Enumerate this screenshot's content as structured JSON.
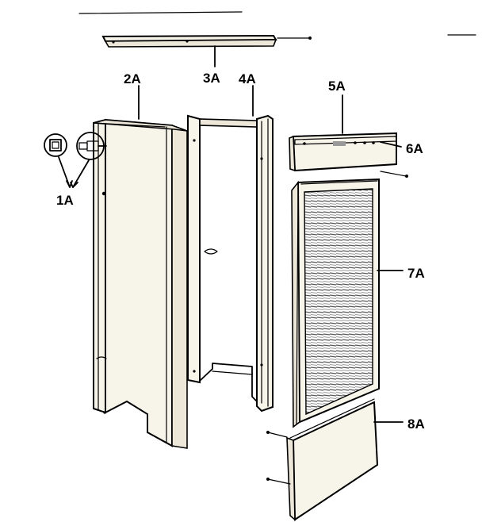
{
  "labels": {
    "p1": "1A",
    "p2": "2A",
    "p3": "3A",
    "p4": "4A",
    "p5": "5A",
    "p6": "6A",
    "p7": "7A",
    "p8": "8A"
  },
  "colors": {
    "ink": "#000000",
    "paper": "#ffffff",
    "panel_fill": "#f7f4ea"
  }
}
